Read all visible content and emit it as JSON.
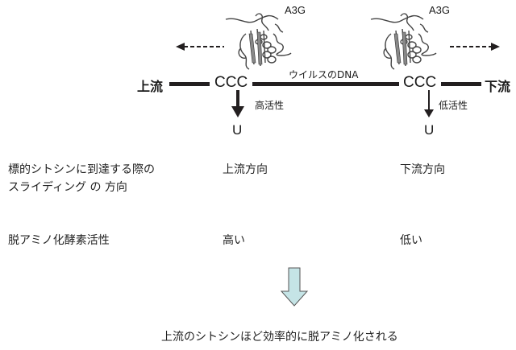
{
  "diagram": {
    "proteins": [
      {
        "label": "A3G",
        "slide_direction": "left"
      },
      {
        "label": "A3G",
        "slide_direction": "right"
      }
    ],
    "dna": {
      "label": "ウイルスのDNA",
      "upstream_label": "上流",
      "downstream_label": "下流",
      "sites": [
        {
          "label": "CCC",
          "activity_label": "高活性",
          "product": "U",
          "activity": "high"
        },
        {
          "label": "CCC",
          "activity_label": "低活性",
          "product": "U",
          "activity": "low"
        }
      ]
    }
  },
  "table": {
    "rows": [
      {
        "header_line1": "標的シトシンに到達する際の",
        "header_line2": "スライディング の 方向",
        "upstream_value": "上流方向",
        "downstream_value": "下流方向"
      },
      {
        "header_line1": "脱アミノ化酵素活性",
        "upstream_value": "高い",
        "downstream_value": "低い"
      }
    ]
  },
  "conclusion": {
    "arrow_color": "#c5e4e6",
    "text": "上流のシトシンほど効率的に脱アミノ化される"
  }
}
